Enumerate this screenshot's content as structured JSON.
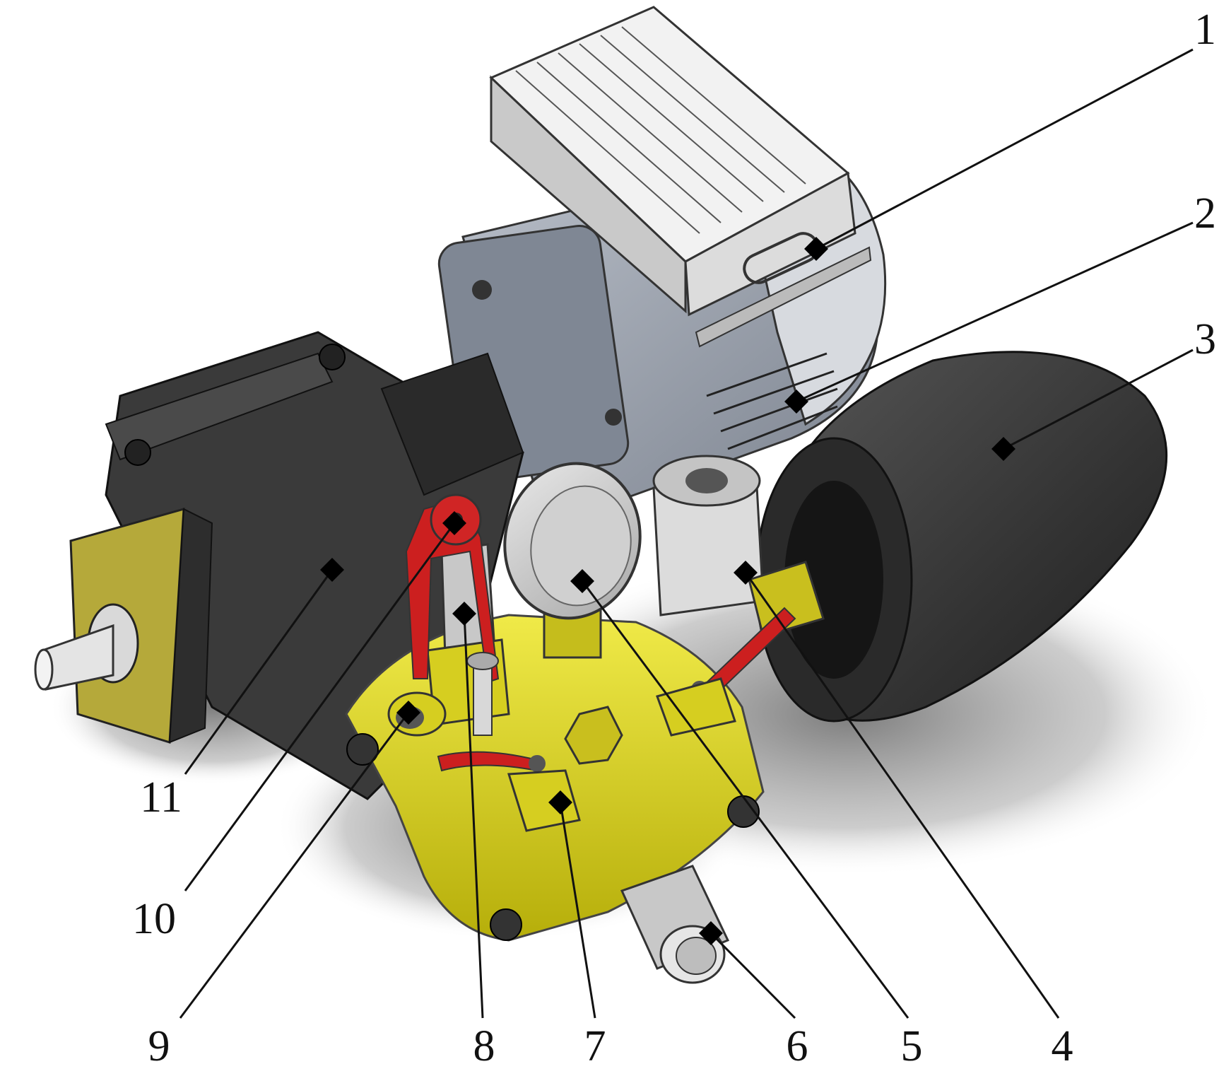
{
  "labels": {
    "l1": "1",
    "l2": "2",
    "l3": "3",
    "l4": "4",
    "l5": "5",
    "l6": "6",
    "l7": "7",
    "l8": "8",
    "l9": "9",
    "l10": "10",
    "l11": "11"
  },
  "colors": {
    "pump_body": "#d9d21e",
    "gearbox": "#3a3a3a",
    "motor": "#9aa0aa",
    "terminal_box": "#e2e2e2",
    "accumulator": "#3c3c3c",
    "valve_handle": "#cc1f1f",
    "flange_plate": "#b5a93a",
    "shadow": "#8a8a8a"
  }
}
